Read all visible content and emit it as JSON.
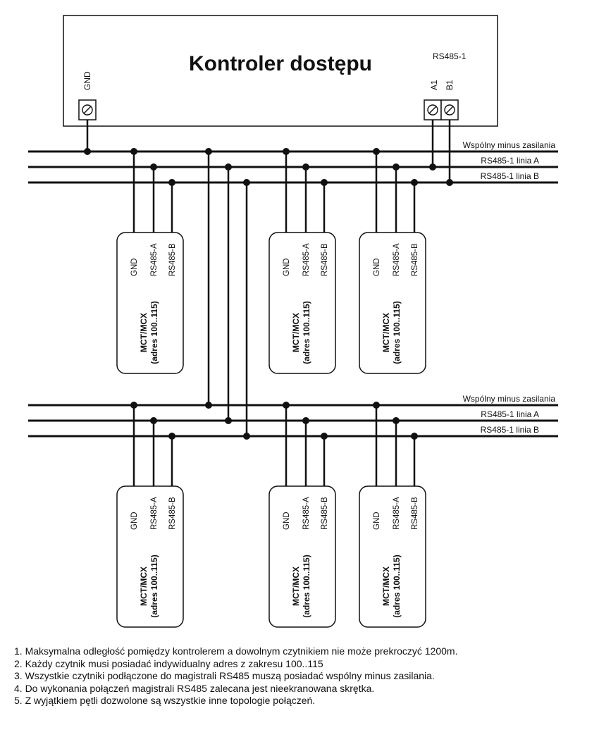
{
  "controller": {
    "title": "Kontroler dostępu",
    "gnd_label": "GND",
    "port_label": "RS485-1",
    "a_label": "A1",
    "b_label": "B1"
  },
  "bus_labels": {
    "minus": "Wspólny minus zasilania",
    "line_a": "RS485-1 linia A",
    "line_b": "RS485-1 linia B"
  },
  "reader": {
    "pin_gnd": "GND",
    "pin_a": "RS485-A",
    "pin_b": "RS485-B",
    "model": "MCT/MCX",
    "address": "(adres 100..115)"
  },
  "notes": [
    "1. Maksymalna odległość pomiędzy kontrolerem a dowolnym czytnikiem nie może prekroczyć 1200m.",
    "2. Każdy czytnik musi posiadać indywidualny adres z zakresu 100..115",
    "3. Wszystkie czytniki podłączone do magistrali RS485 muszą posiadać wspólny minus zasilania.",
    "4. Do wykonania połączeń magistrali RS485 zalecana jest nieekranowana skrętka.",
    "5. Z wyjątkiem pętli dozwolone są wszystkie inne topologie połączeń."
  ]
}
